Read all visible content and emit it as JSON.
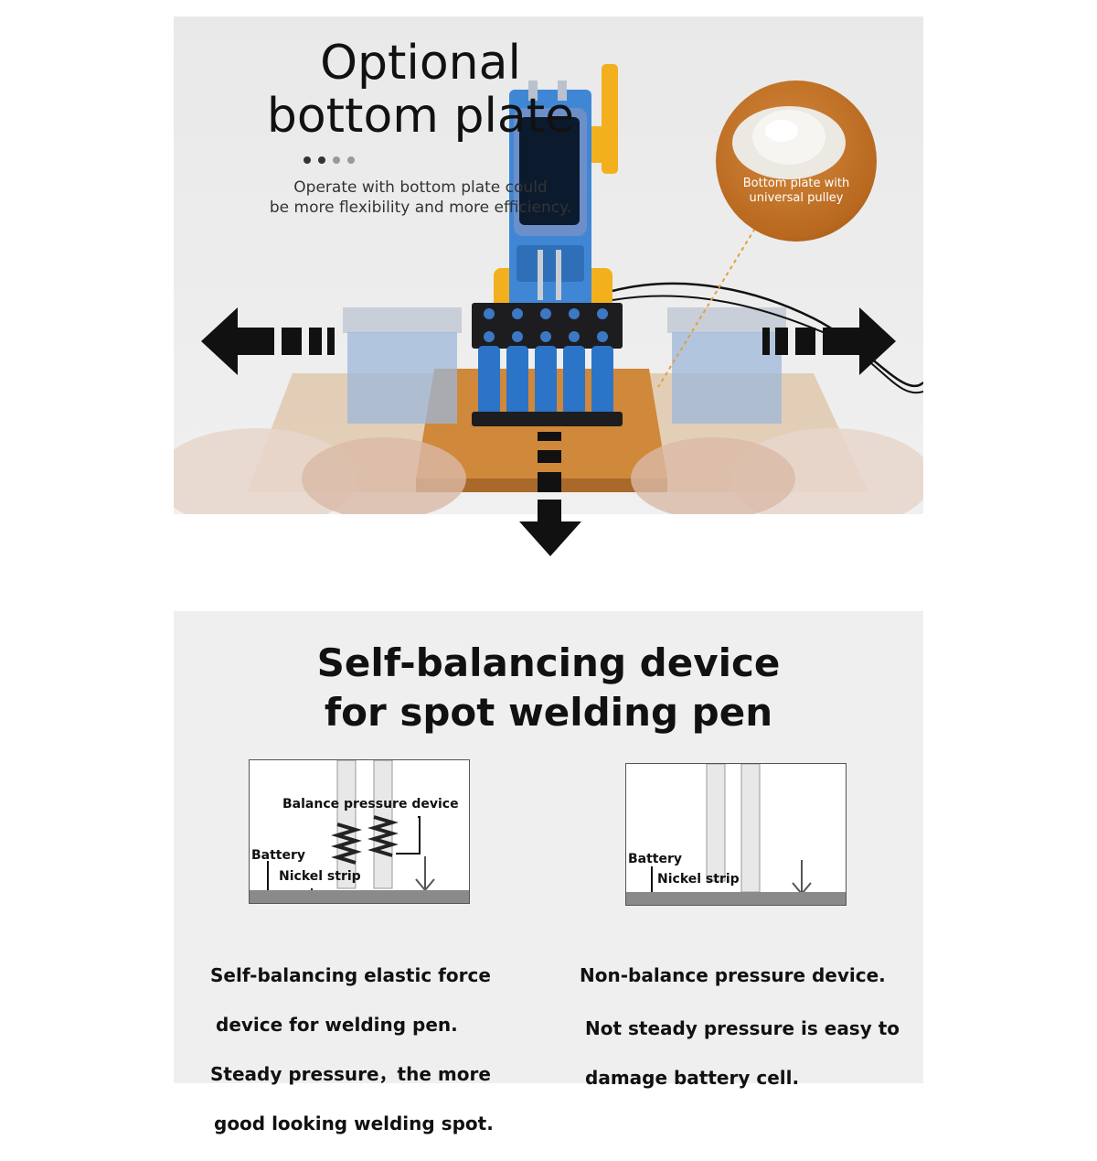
{
  "top_section": {
    "title_line1": "Optional",
    "title_line2": "bottom plate",
    "description_line1": "Operate with bottom plate could",
    "description_line2": "be more flexibility and more efficiency.",
    "zoom_label_line1": "Bottom plate with",
    "zoom_label_line2": "universal pulley"
  },
  "bottom_section": {
    "title_line1": "Self-balancing device",
    "title_line2": "for spot welding pen",
    "left_diagram": {
      "label_device": "Balance pressure device",
      "label_battery": "Battery",
      "label_nickel": "Nickel strip"
    },
    "right_diagram": {
      "label_battery": "Battery",
      "label_nickel": "Nickel strip"
    },
    "left_caption_line1": "Self-balancing elastic force",
    "left_caption_line2": "device for welding pen.",
    "left_caption_line3": "Steady pressure，the more",
    "left_caption_line4": "good looking welding spot.",
    "right_caption_line1": "Non-balance pressure device.",
    "right_caption_line2": "Not steady pressure is easy to",
    "right_caption_line3": "damage battery cell."
  },
  "colors": {
    "accent_yellow": "#f2b01e",
    "machine_blue": "#3f87d4",
    "plate_orange": "#d08a3a",
    "arrow_black": "#111111"
  },
  "icons": [
    "arrow-left-icon",
    "arrow-right-icon",
    "arrow-down-icon",
    "dot-indicator-icon"
  ]
}
